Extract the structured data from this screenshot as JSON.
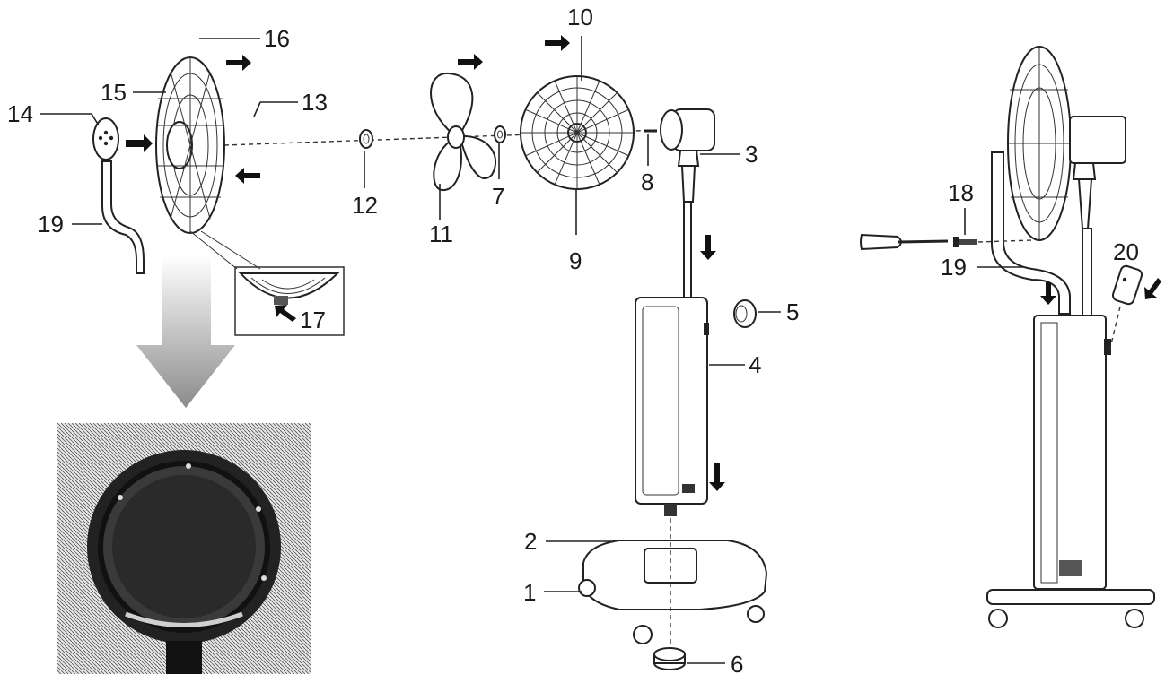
{
  "callouts": {
    "c1": "1",
    "c2": "2",
    "c3": "3",
    "c4": "4",
    "c5": "5",
    "c6": "6",
    "c7": "7",
    "c8": "8",
    "c9": "9",
    "c10": "10",
    "c11": "11",
    "c12": "12",
    "c13": "13",
    "c14": "14",
    "c15": "15",
    "c16": "16",
    "c17": "17",
    "c18": "18",
    "c19a": "19",
    "c19b": "19",
    "c20": "20"
  },
  "icons": [
    "arrow-icon",
    "screwdriver-icon",
    "fan-blade-icon",
    "fan-guard-icon",
    "motor-icon",
    "remote-control-icon"
  ]
}
